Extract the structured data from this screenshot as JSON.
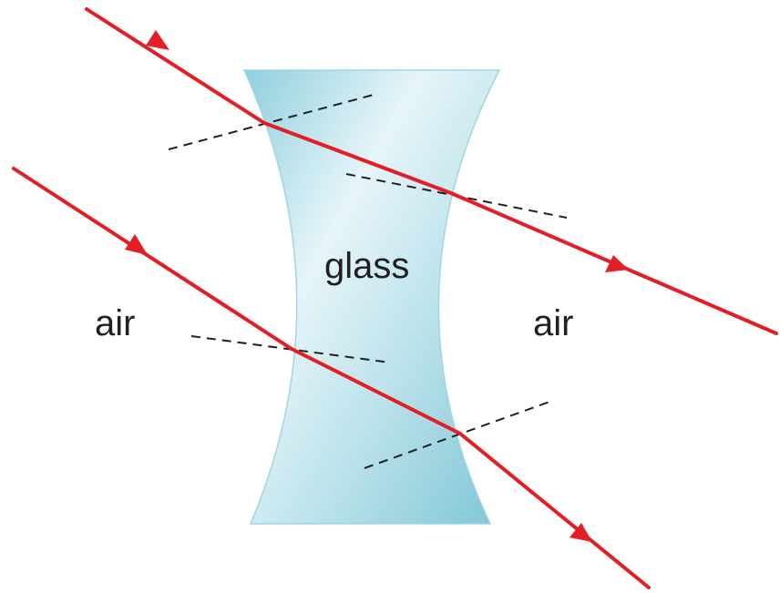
{
  "labels": {
    "glass": "glass",
    "air_left": "air",
    "air_right": "air"
  },
  "colors": {
    "ray": "#e31e24",
    "glass_light": "#e6f5f9",
    "glass_mid": "#b9e1ea",
    "glass_dark": "#8fcfdd",
    "normal_line": "#231f20",
    "text": "#231f20"
  }
}
